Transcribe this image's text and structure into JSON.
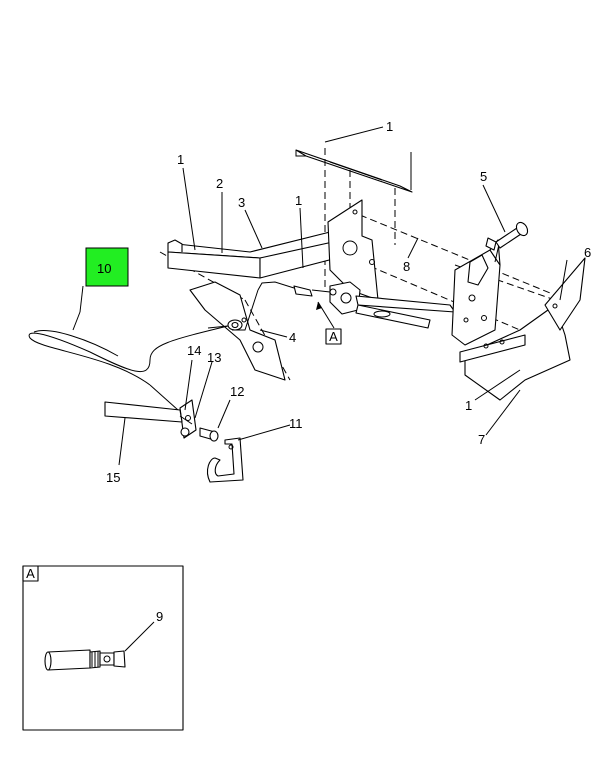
{
  "callouts": {
    "c1a": "1",
    "c1b": "1",
    "c1c": "1",
    "c1d": "1",
    "c2": "2",
    "c3": "3",
    "c4": "4",
    "c5": "5",
    "c6": "6",
    "c7": "7",
    "c8": "8",
    "c9": "9",
    "c10": "10",
    "c11": "11",
    "c12": "12",
    "c13": "13",
    "c14": "14",
    "c15": "15"
  },
  "view_marker": "A",
  "detail_view_label": "A",
  "colors": {
    "highlight": "#22ee22"
  }
}
